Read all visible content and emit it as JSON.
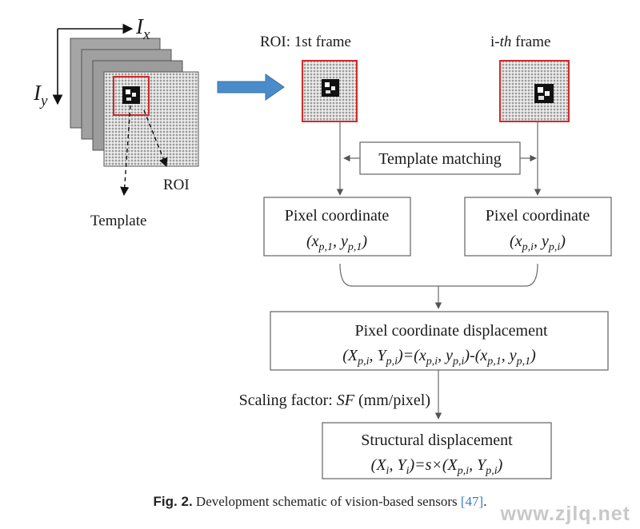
{
  "colors": {
    "roi_border": "#d12a2a",
    "arrow_blue": "#4a8cc9",
    "frame_gray": "#9a9a9a",
    "ref_link": "#3a7fc0"
  },
  "stack": {
    "axis_x": "I",
    "axis_x_sub": "x",
    "axis_y": "I",
    "axis_y_sub": "y",
    "roi_label": "ROI",
    "template_label": "Template"
  },
  "frames": {
    "first_label": "ROI: 1st frame",
    "ith_prefix": "i-",
    "ith_italic": "th",
    "ith_suffix": " frame"
  },
  "template_matching": "Template matching",
  "pixel_box_1": {
    "title": "Pixel coordinate",
    "formula": "(x_{p,1}, y_{p,1})"
  },
  "pixel_box_i": {
    "title": "Pixel coordinate",
    "formula": "(x_{p,i}, y_{p,i})"
  },
  "displacement_box": {
    "title": "Pixel coordinate displacement",
    "formula": "(X_{p,i}, Y_{p,i})=(x_{p,i}, y_{p,i})-(x_{p,1}, y_{p,1})"
  },
  "scaling": {
    "prefix": "Scaling factor: ",
    "italic": "SF",
    "suffix": " (mm/pixel)"
  },
  "structural_box": {
    "title": "Structural displacement",
    "formula": "(X_i, Y_i)=s×(X_{p,i}, Y_{p,i})"
  },
  "caption": {
    "label": "Fig. 2.",
    "text": " Development schematic of vision-based sensors ",
    "ref": "[47]",
    "end": "."
  },
  "watermark": "www.zjlq.net"
}
